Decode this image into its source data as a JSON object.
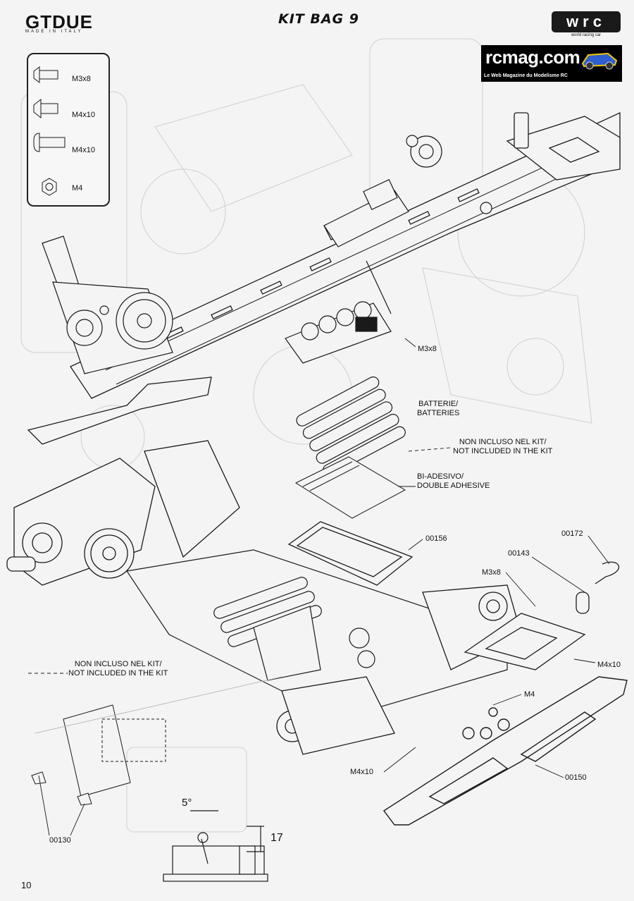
{
  "header": {
    "brand": "GTDUE",
    "brand_tagline": "MADE IN ITALY",
    "title": "KIT BAG 9",
    "wrc_logo": "wrc",
    "wrc_tagline": "world racing car",
    "watermark_title": "rcmag.com",
    "watermark_subtitle": "Le Web Magazine du Modelisme RC"
  },
  "legend": [
    {
      "icon": "countersunk-screw-icon",
      "label": "M3x8"
    },
    {
      "icon": "countersunk-screw-icon",
      "label": "M4x10"
    },
    {
      "icon": "button-head-screw-icon",
      "label": "M4x10"
    },
    {
      "icon": "hex-nut-icon",
      "label": "M4"
    }
  ],
  "callouts": {
    "m3x8_top": "M3x8",
    "batteries": "BATTERIE/\nBATTERIES",
    "not_included_right": "NON INCLUSO NEL KIT/\nNOT INCLUDED IN THE KIT",
    "double_adhesive": "BI-ADESIVO/\nDOUBLE ADHESIVE",
    "part_00156": "00156",
    "part_00172": "00172",
    "part_00143": "00143",
    "m3x8_right": "M3x8",
    "m4x10_right": "M4x10",
    "m4": "M4",
    "m4x10_bottom": "M4x10",
    "part_00150": "00150",
    "not_included_left": "NON INCLUSO NEL KIT/\nNOT INCLUDED IN THE KIT",
    "part_00130": "00130",
    "angle": "5°",
    "dimension": "17"
  },
  "page_number": "10",
  "colors": {
    "line": "#1a1a1a",
    "faint": "#c9c9c9",
    "paper": "#f4f4f4"
  }
}
